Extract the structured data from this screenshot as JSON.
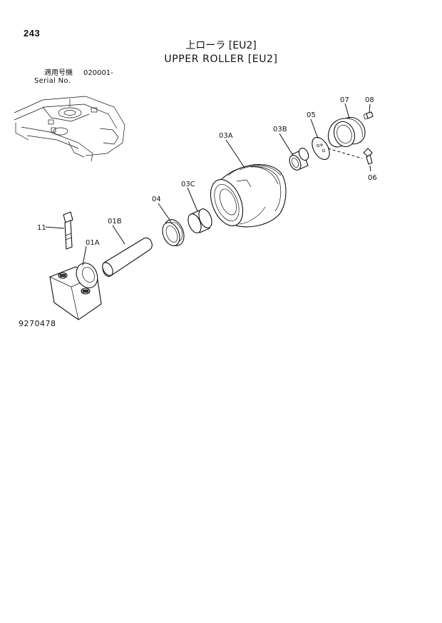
{
  "page": {
    "page_number": "243",
    "title_jp": "上ローラ [EU2]",
    "title_en": "UPPER ROLLER [EU2]",
    "serial_label_jp": "適用号機",
    "serial_value": "020001-",
    "serial_label_en": "Serial No.",
    "figure_code": "9270478"
  },
  "callouts": {
    "p07": "07",
    "p08": "08",
    "p05": "05",
    "p03B": "03B",
    "p03A": "03A",
    "p03C": "03C",
    "p04": "04",
    "p01B": "01B",
    "p11": "11",
    "p01A": "01A",
    "p06": "06"
  }
}
